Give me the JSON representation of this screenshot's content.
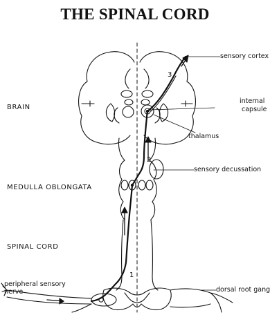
{
  "title": "THE SPINAL CORD",
  "regions": {
    "brain": "BRAIN",
    "medulla": "MEDULLA OBLONGATA",
    "spinal_cord": "SPINAL CORD"
  },
  "labels": {
    "sensory_cortex": "sensory cortex",
    "internal": "internal",
    "capsule": "capsule",
    "thalamus": "thalamus",
    "sensory_decussation": "sensory decussation",
    "dorsal_root_ganglion": "dorsal root ganglion",
    "peripheral_sensory": "peripheral sensory",
    "nerve": "nerve"
  },
  "pathway_numbers": [
    "1",
    "2",
    "3"
  ]
}
